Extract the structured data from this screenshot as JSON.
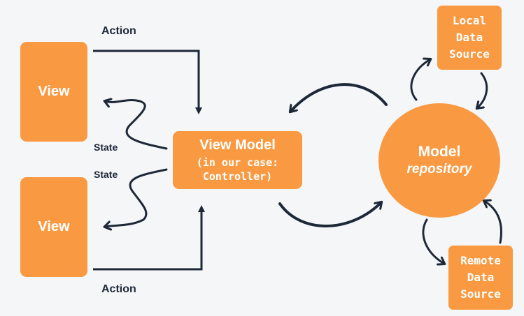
{
  "nodes": {
    "view_top": "View",
    "view_bottom": "View",
    "view_model": {
      "title": "View Model",
      "line1": "(in our case:",
      "line2": "Controller)"
    },
    "model": {
      "title": "Model",
      "subtitle": "repository"
    },
    "local_source": [
      "Local",
      "Data",
      "Source"
    ],
    "remote_source": [
      "Remote",
      "Data",
      "Source"
    ]
  },
  "edges": {
    "action_top": "Action",
    "action_bottom": "Action",
    "state_top": "State",
    "state_bottom": "State"
  },
  "colors": {
    "node": "#f99a42",
    "arrow": "#1d2838",
    "background": "#f5f6f7"
  }
}
